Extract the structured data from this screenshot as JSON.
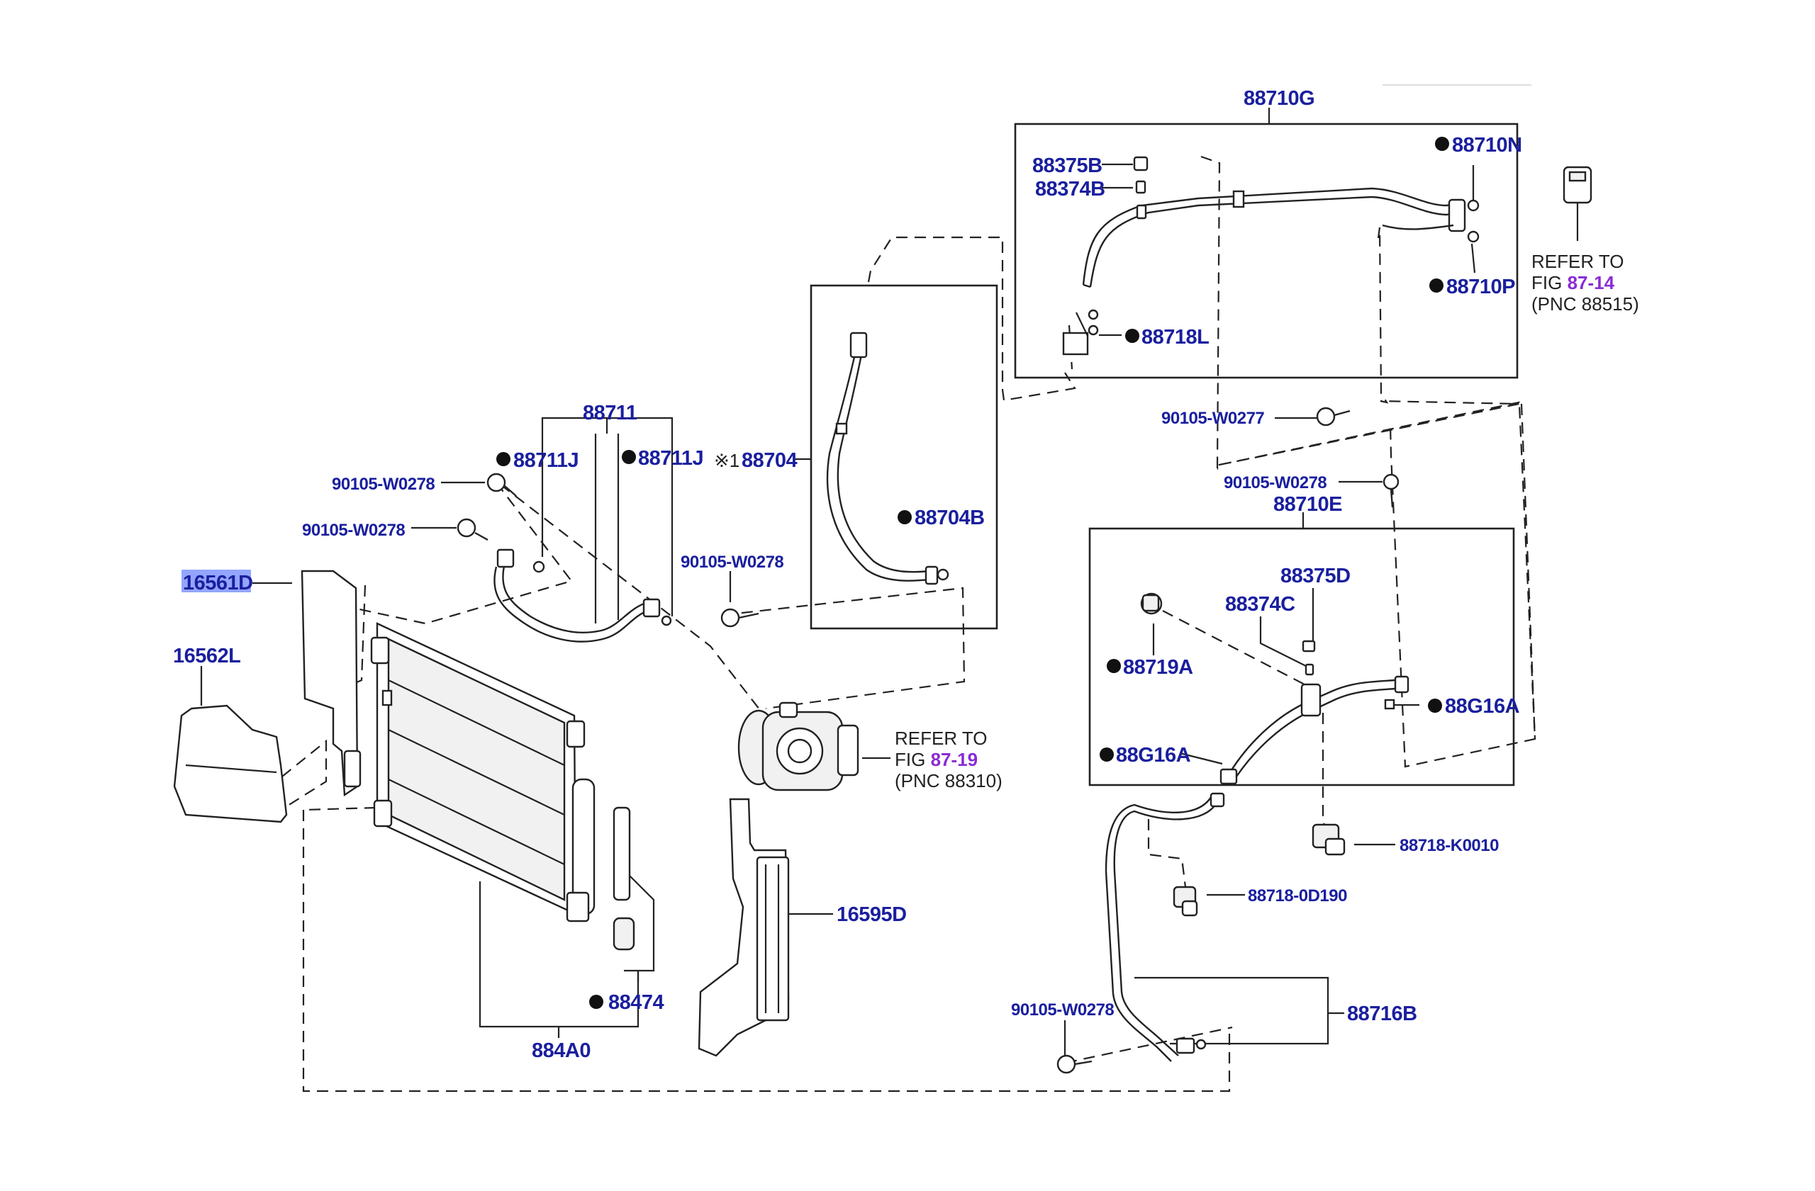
{
  "callouts": {
    "c88710G": "88710G",
    "c88375B": "88375B",
    "c88374B": "88374B",
    "c88710N": "88710N",
    "c88710P": "88710P",
    "c88718L": "88718L",
    "c90105_W0277": "90105-W0277",
    "c88711": "88711",
    "c88711J_a": "88711J",
    "c88711J_b": "88711J",
    "c88704_prefix": "※1",
    "c88704": "88704",
    "c88704B": "88704B",
    "c90105_W0278_a": "90105-W0278",
    "c90105_W0278_b": "90105-W0278",
    "c90105_W0278_c": "90105-W0278",
    "c90105_W0278_d": "90105-W0278",
    "c90105_W0278_e": "90105-W0278",
    "c88710E": "88710E",
    "c88375D": "88375D",
    "c88374C": "88374C",
    "c88719A": "88719A",
    "c88G16A_a": "88G16A",
    "c88G16A_b": "88G16A",
    "c88718_K0010": "88718-K0010",
    "c88718_0D190": "88718-0D190",
    "c88716B": "88716B",
    "c16561D": "16561D",
    "c16562L": "16562L",
    "c16595D": "16595D",
    "c88474": "88474",
    "c884A0": "884A0"
  },
  "references": {
    "ref1": {
      "refer": "REFER TO",
      "fig": "FIG",
      "link": "87-14",
      "pnc": "(PNC 88515)"
    },
    "ref2": {
      "refer": "REFER TO",
      "fig": "FIG",
      "link": "87-19",
      "pnc": "(PNC 88310)"
    }
  },
  "colors": {
    "label": "#1a1f9e",
    "link": "#8a2bd6",
    "highlight": "#3b5bff",
    "line": "#222222"
  }
}
